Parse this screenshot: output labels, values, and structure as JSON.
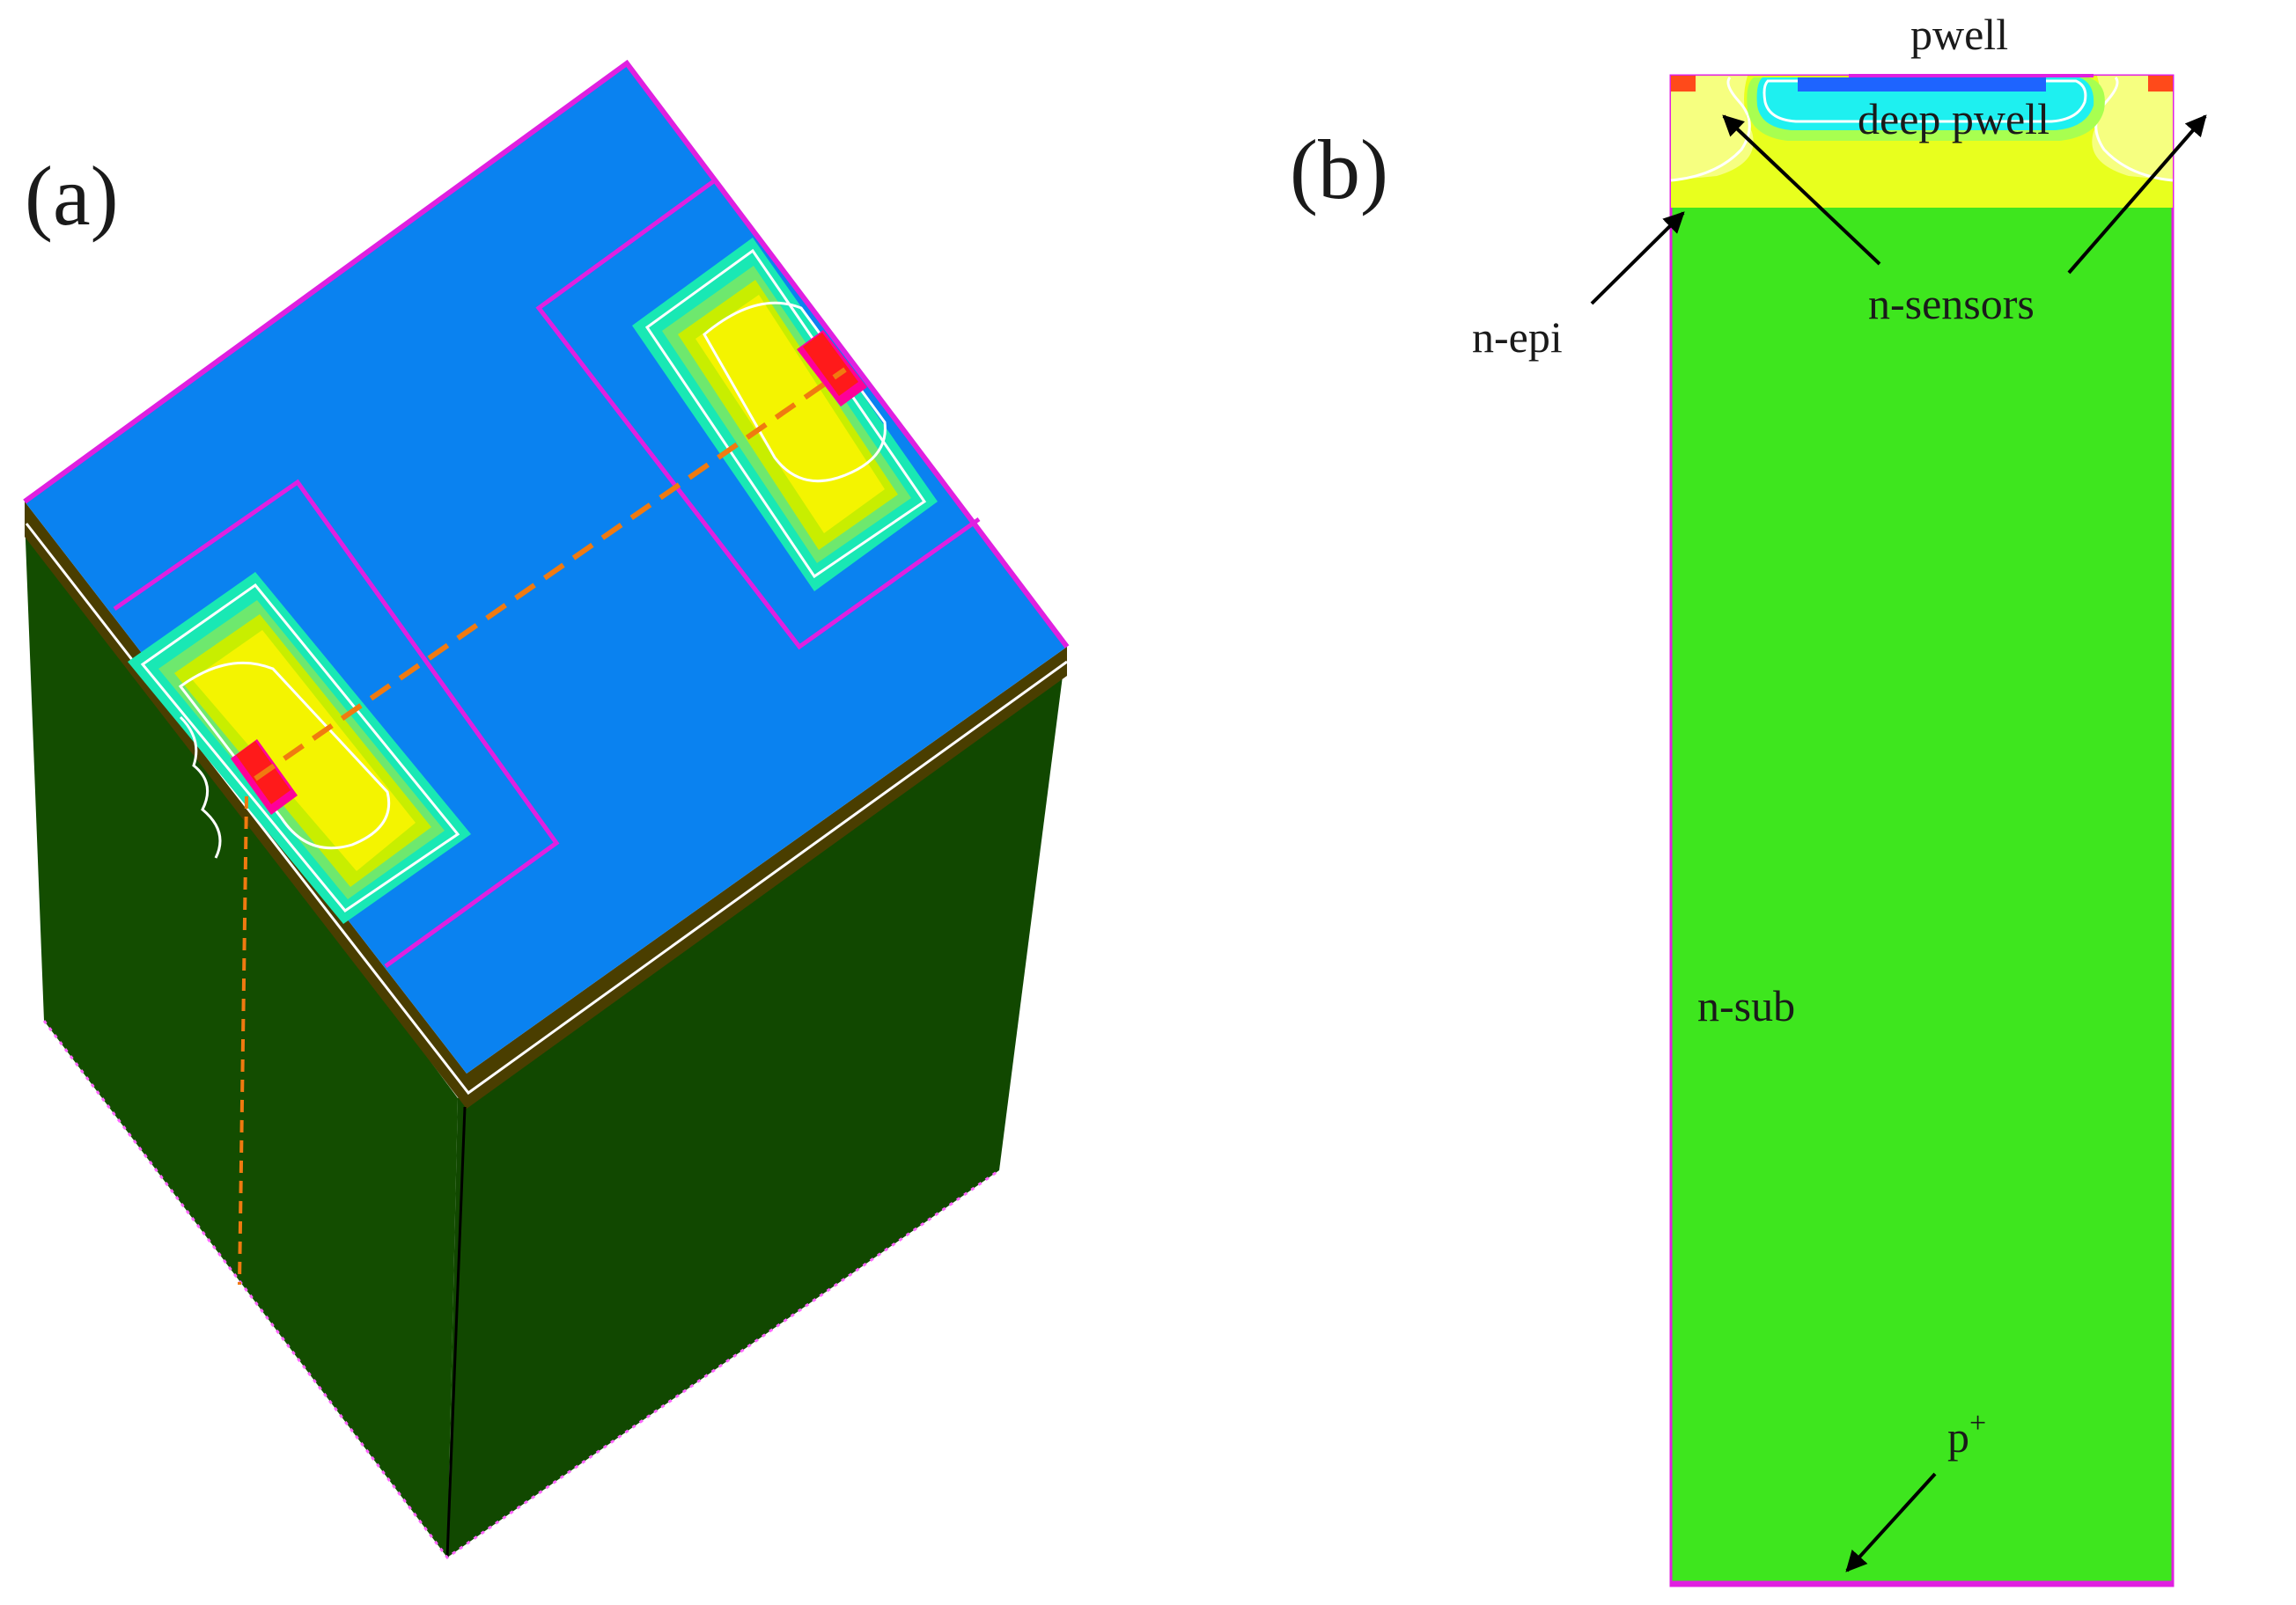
{
  "panels": {
    "a": {
      "label": "(a)"
    },
    "b": {
      "label": "(b)"
    }
  },
  "annotations": {
    "pwell": "pwell",
    "deep_pwell": "deep pwell",
    "n_sensors": "n-sensors",
    "n_epi": "n-epi",
    "n_sub": "n-sub",
    "p_plus": "p",
    "p_plus_sup": "+"
  },
  "colors": {
    "substrate": "#134d00",
    "substrate_edge": "#4a3e00",
    "top_surface": "#0a82f0",
    "pwell_outline": "#e020e0",
    "yellow_region": "#f4f400",
    "yellowgreen_region": "#c8ee00",
    "lightgreen_region": "#6ee86e",
    "teal_region": "#19e8b4",
    "contact_red": "#ff1a1a",
    "contact_magenta": "#ff0099",
    "cut_line": "#f07a10",
    "nsub_green": "#3ee61e",
    "nepi_yellow": "#e8ff1e",
    "deep_pwell_cyan": "#1ef0f0",
    "pwell_blue": "#1e64ff"
  }
}
